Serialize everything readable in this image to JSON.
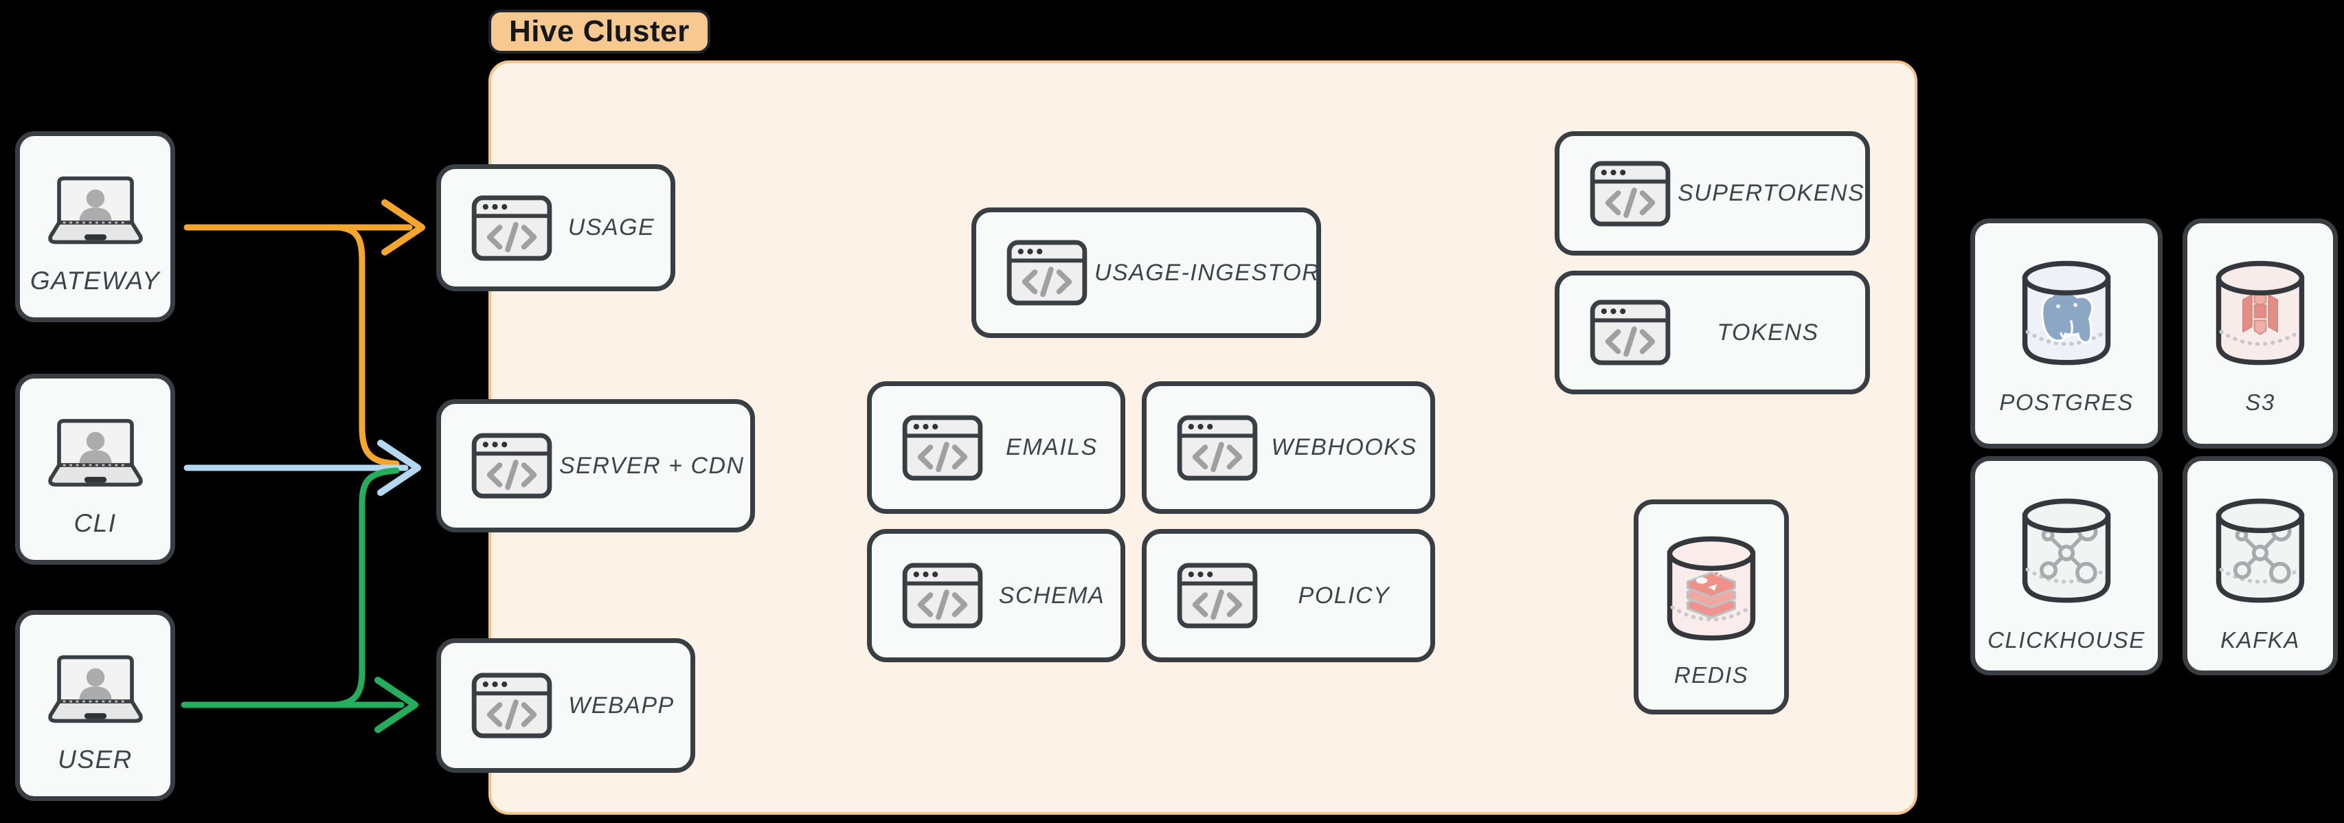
{
  "cluster": {
    "label": "Hive Cluster"
  },
  "clients": [
    {
      "label": "GATEWAY"
    },
    {
      "label": "CLI"
    },
    {
      "label": "USER"
    }
  ],
  "services": [
    {
      "label": "USAGE"
    },
    {
      "label": "SERVER + CDN"
    },
    {
      "label": "WEBAPP"
    },
    {
      "label": "USAGE-INGESTOR"
    },
    {
      "label": "EMAILS"
    },
    {
      "label": "WEBHOOKS"
    },
    {
      "label": "SCHEMA"
    },
    {
      "label": "POLICY"
    },
    {
      "label": "SUPERTOKENS"
    },
    {
      "label": "TOKENS"
    }
  ],
  "datastores": {
    "redis": {
      "label": "REDIS"
    },
    "postgres": {
      "label": "POSTGRES"
    },
    "s3": {
      "label": "S3"
    },
    "clickhouse": {
      "label": "CLICKHOUSE"
    },
    "kafka": {
      "label": "KAFKA"
    }
  },
  "connections": [
    {
      "from": "GATEWAY",
      "to": "USAGE",
      "color": "#F6A62B"
    },
    {
      "from": "GATEWAY",
      "to": "SERVER + CDN",
      "color": "#F6A62B"
    },
    {
      "from": "CLI",
      "to": "SERVER + CDN",
      "color": "#B4D7F2"
    },
    {
      "from": "USER",
      "to": "SERVER + CDN",
      "color": "#25AD5E"
    },
    {
      "from": "USER",
      "to": "WEBAPP",
      "color": "#25AD5E"
    }
  ],
  "colors": {
    "background": "#000000",
    "cluster_fill": "#FCF2E8",
    "cluster_border": "#F5C38C",
    "cluster_label_fill": "#F7C88F",
    "node_fill": "#F8F9F9",
    "node_border": "#393E42",
    "label_text": "#3F4449",
    "arrow_orange": "#F6A62B",
    "arrow_blue": "#B4D7F2",
    "arrow_green": "#25AD5E"
  }
}
